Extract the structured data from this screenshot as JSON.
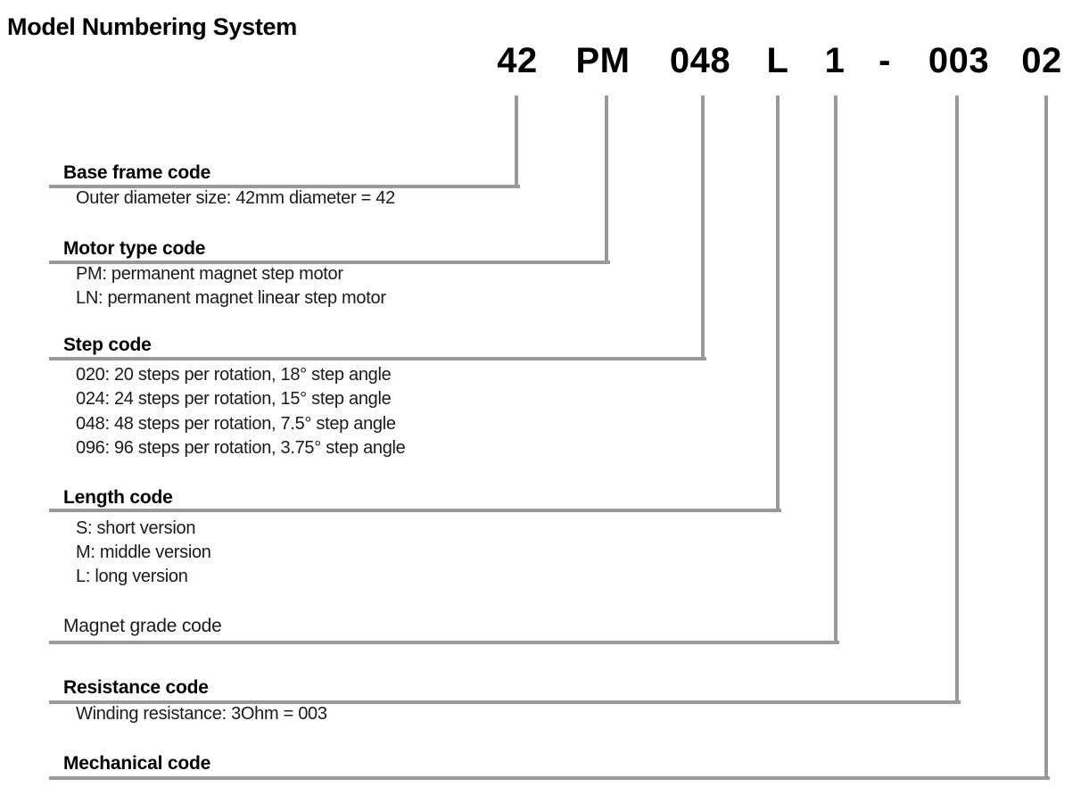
{
  "title": "Model Numbering System",
  "model_number": {
    "full": "42 PM 048 L 1 - 003 02",
    "segments": [
      "42",
      "PM",
      "048",
      "L",
      "1",
      "-",
      "003",
      "02"
    ]
  },
  "sections": [
    {
      "heading": "Base frame code",
      "style": "bold",
      "items": [
        "Outer diameter size: 42mm diameter = 42"
      ]
    },
    {
      "heading": "Motor type code",
      "style": "bold",
      "items": [
        "PM: permanent magnet step motor",
        "LN: permanent magnet linear step motor"
      ]
    },
    {
      "heading": "Step code",
      "style": "bold",
      "items": [
        "020: 20 steps per rotation, 18° step angle",
        "024: 24 steps per rotation, 15° step angle",
        "048: 48 steps per rotation, 7.5° step angle",
        "096: 96 steps per rotation, 3.75° step angle"
      ]
    },
    {
      "heading": "Length code",
      "style": "bold",
      "items": [
        "S: short version",
        "M: middle version",
        "L: long version"
      ]
    },
    {
      "heading": "Magnet grade code",
      "style": "regular",
      "items": []
    },
    {
      "heading": "Resistance code",
      "style": "bold",
      "items": [
        "Winding resistance: 3Ohm = 003"
      ]
    },
    {
      "heading": "Mechanical code",
      "style": "bold",
      "items": []
    }
  ],
  "colors": {
    "background": "#ffffff",
    "connector_line": "#999999",
    "heading_text": "#000000",
    "body_text": "#1a1a1a"
  }
}
